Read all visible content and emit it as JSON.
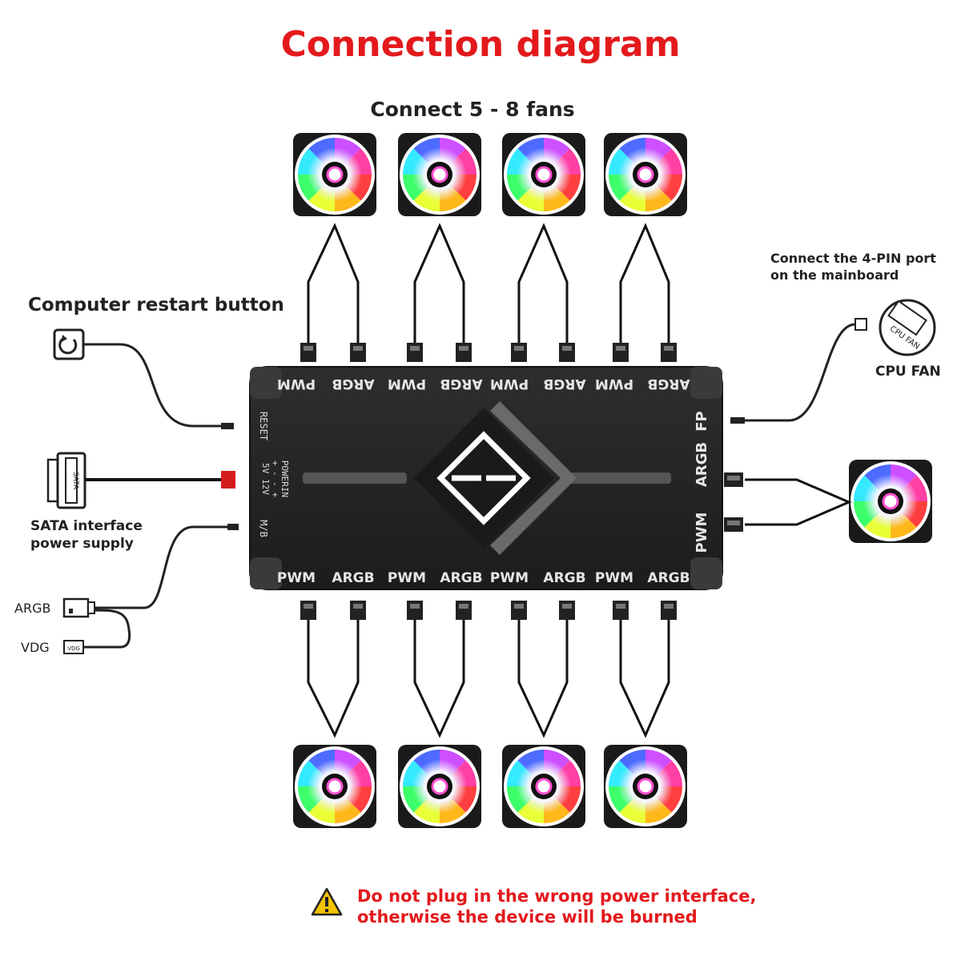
{
  "title": "Connection diagram",
  "subtitle": "Connect 5 - 8 fans",
  "labels": {
    "restart_button": "Computer restart button",
    "sata_power": "SATA interface\npower supply",
    "argb": "ARGB",
    "vdg": "VDG",
    "mainboard_port": "Connect the 4-PIN port\non the mainboard",
    "cpu_fan": "CPU FAN",
    "cpu_fan_badge": "CPU FAN",
    "sata_tag": "SATA",
    "vdg_tag": "VDG"
  },
  "hub": {
    "top_ports": [
      "PWM",
      "ARGB",
      "PWM",
      "ARGB",
      "PWM",
      "ARGB",
      "PWM",
      "ARGB"
    ],
    "bottom_ports": [
      "PWM",
      "ARGB",
      "PWM",
      "ARGB",
      "PWM",
      "ARGB",
      "PWM",
      "ARGB"
    ],
    "left_reset": "RESET",
    "left_mb": "M/B",
    "power_in_lines": [
      "POWERIN",
      "+ - - +",
      "5V 12V"
    ],
    "right_ports": [
      "FP",
      "ARGB",
      "PWM"
    ]
  },
  "warning": "Do not plug in the wrong power interface,\notherwise the device will be burned",
  "colors": {
    "accent_red": "#e3191c",
    "hub_body": "#2a2a2a",
    "cable": "#111111"
  }
}
